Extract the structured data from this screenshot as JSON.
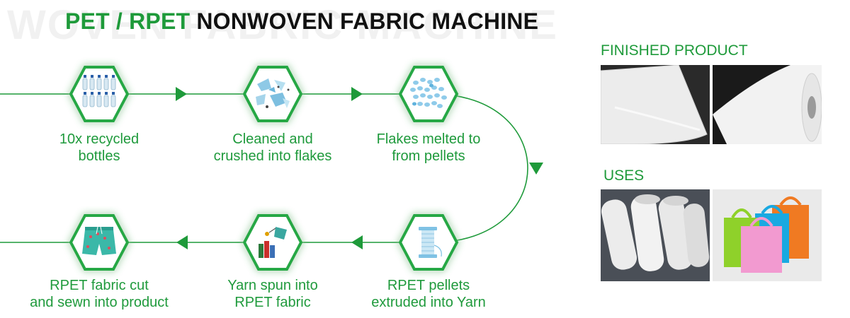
{
  "watermark_text": "WOVEN FABRIC MACHINE",
  "title": {
    "green_part": "PET / RPET",
    "black_part": "NONWOVEN FABRIC MACHINE"
  },
  "steps": [
    {
      "line1": "10x recycled",
      "line2": "bottles",
      "icon": "bottles-icon"
    },
    {
      "line1": "Cleaned and",
      "line2": "crushed into flakes",
      "icon": "flakes-icon"
    },
    {
      "line1": "Flakes melted to",
      "line2": "from pellets",
      "icon": "pellets-icon"
    },
    {
      "line1": "RPET pellets",
      "line2": "extruded into Yarn",
      "icon": "yarn-spool-icon"
    },
    {
      "line1": "Yarn spun into",
      "line2": "RPET fabric",
      "icon": "yarn-fabric-icon"
    },
    {
      "line1": "RPET fabric cut",
      "line2": "and sewn into product",
      "icon": "shorts-icon"
    }
  ],
  "finished_product": {
    "heading": "FINISHED PRODUCT"
  },
  "uses": {
    "heading": "USES"
  },
  "colors": {
    "accent": "#1e9a3a",
    "title_black": "#111111"
  }
}
